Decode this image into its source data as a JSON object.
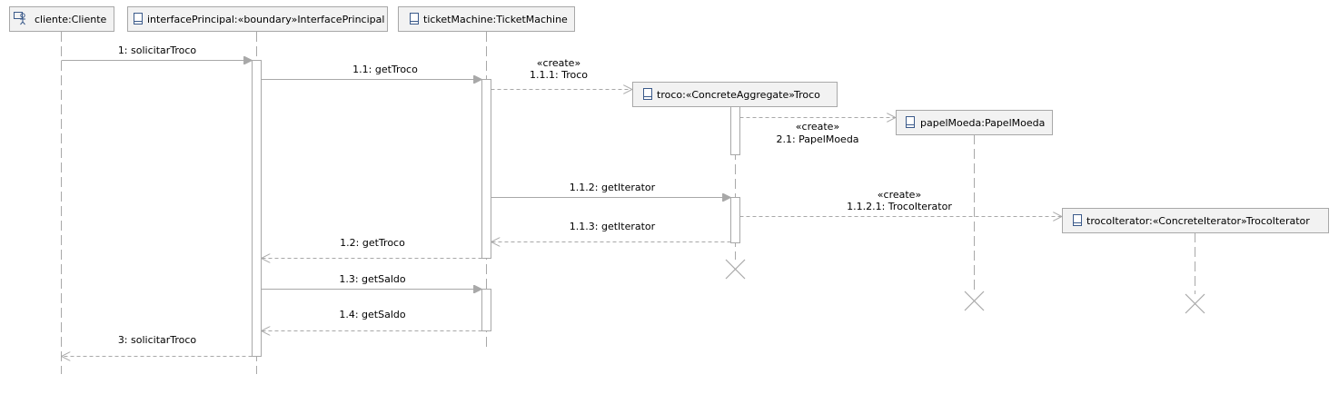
{
  "lifelines": [
    {
      "id": "cliente",
      "label": "cliente:Cliente",
      "icon": "actor-icon"
    },
    {
      "id": "interfacePrincipal",
      "label": "interfacePrincipal:«boundary»InterfacePrincipal",
      "icon": "class-icon"
    },
    {
      "id": "ticketMachine",
      "label": "ticketMachine:TicketMachine",
      "icon": "class-icon"
    },
    {
      "id": "troco",
      "label": "troco:«ConcreteAggregate»Troco",
      "icon": "class-icon"
    },
    {
      "id": "papelMoeda",
      "label": "papelMoeda:PapelMoeda",
      "icon": "class-icon"
    },
    {
      "id": "trocoIterator",
      "label": "trocoIterator:«ConcreteIterator»TrocoIterator",
      "icon": "class-icon"
    }
  ],
  "messages": [
    {
      "id": "m1",
      "from": "cliente",
      "to": "interfacePrincipal",
      "kind": "call",
      "lines": [
        "1: solicitarTroco"
      ]
    },
    {
      "id": "m1_1",
      "from": "interfacePrincipal",
      "to": "ticketMachine",
      "kind": "call",
      "lines": [
        "1.1: getTroco"
      ]
    },
    {
      "id": "m1_1_1",
      "from": "ticketMachine",
      "to": "troco",
      "kind": "create",
      "lines": [
        "«create»",
        "1.1.1: Troco"
      ]
    },
    {
      "id": "m2_1",
      "from": "troco",
      "to": "papelMoeda",
      "kind": "create",
      "lines": [
        "«create»",
        "2.1: PapelMoeda"
      ]
    },
    {
      "id": "m1_1_2",
      "from": "ticketMachine",
      "to": "troco",
      "kind": "call",
      "lines": [
        "1.1.2: getIterator"
      ]
    },
    {
      "id": "m1_1_2_1",
      "from": "troco",
      "to": "trocoIterator",
      "kind": "create",
      "lines": [
        "«create»",
        "1.1.2.1: TrocoIterator"
      ]
    },
    {
      "id": "m1_1_3",
      "from": "troco",
      "to": "ticketMachine",
      "kind": "return",
      "lines": [
        "1.1.3: getIterator"
      ]
    },
    {
      "id": "m1_2",
      "from": "ticketMachine",
      "to": "interfacePrincipal",
      "kind": "return",
      "lines": [
        "1.2: getTroco"
      ]
    },
    {
      "id": "m1_3",
      "from": "interfacePrincipal",
      "to": "ticketMachine",
      "kind": "call",
      "lines": [
        "1.3: getSaldo"
      ]
    },
    {
      "id": "m1_4",
      "from": "ticketMachine",
      "to": "interfacePrincipal",
      "kind": "return",
      "lines": [
        "1.4: getSaldo"
      ]
    },
    {
      "id": "m3",
      "from": "interfacePrincipal",
      "to": "cliente",
      "kind": "return",
      "lines": [
        "3: solicitarTroco"
      ]
    }
  ],
  "destroyed": [
    "troco",
    "papelMoeda",
    "trocoIterator"
  ],
  "colors": {
    "line": "#a8a8a8",
    "box_fill": "#f2f2f2",
    "box_border": "#a8a8a8",
    "icon": "#3b5a8a"
  }
}
